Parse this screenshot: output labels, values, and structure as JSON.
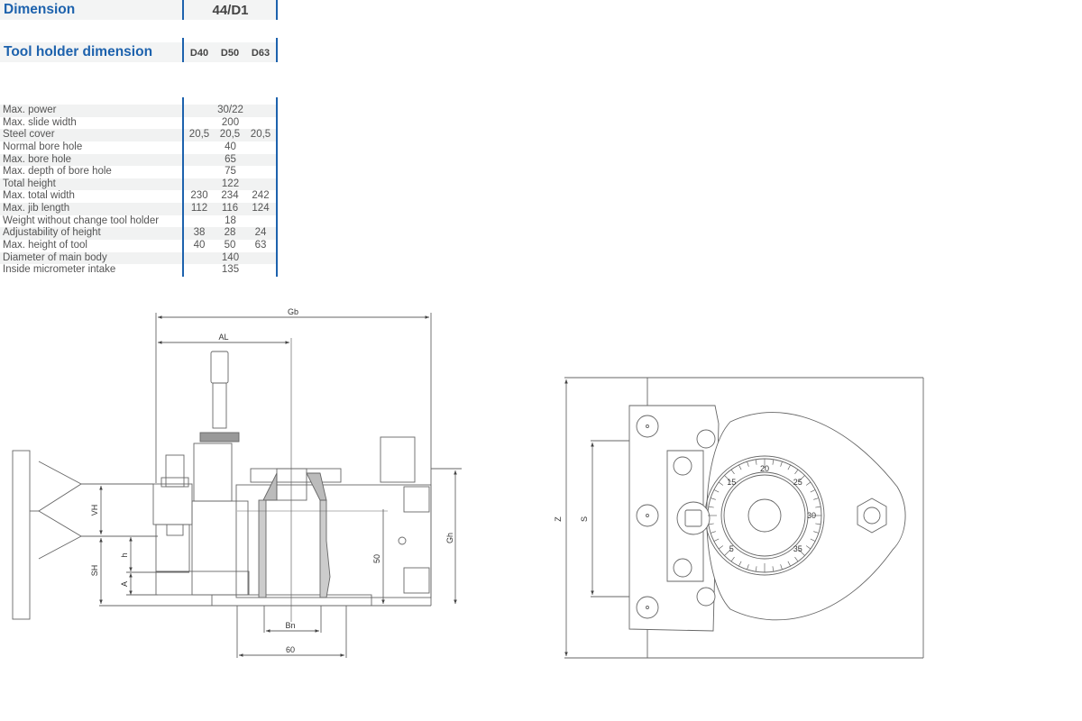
{
  "header": {
    "dimension_label": "Dimension",
    "dimension_value": "44/D1"
  },
  "tool_holder": {
    "label": "Tool holder dimension",
    "columns": [
      "D40",
      "D50",
      "D63"
    ]
  },
  "specs": [
    {
      "label": "Max. power",
      "all": "30/22"
    },
    {
      "label": "Max. slide width",
      "all": "200"
    },
    {
      "label": "Steel cover",
      "values": [
        "20,5",
        "20,5",
        "20,5"
      ]
    },
    {
      "label": "Normal bore hole",
      "all": "40"
    },
    {
      "label": "Max. bore hole",
      "all": "65"
    },
    {
      "label": "Max. depth of bore hole",
      "all": "75"
    },
    {
      "label": "Total height",
      "all": "122"
    },
    {
      "label": "Max. total width",
      "values": [
        "230",
        "234",
        "242"
      ]
    },
    {
      "label": "Max. jib length",
      "values": [
        "112",
        "116",
        "124"
      ]
    },
    {
      "label": "Weight without change tool holder",
      "all": "18"
    },
    {
      "label": "Adjustability of height",
      "values": [
        "38",
        "28",
        "24"
      ]
    },
    {
      "label": "Max. height of tool",
      "values": [
        "40",
        "50",
        "63"
      ]
    },
    {
      "label": "Diameter of main body",
      "all": "140"
    },
    {
      "label": "Inside micrometer intake",
      "all": "135"
    }
  ],
  "side_view": {
    "gb": "Gb",
    "al": "AL",
    "vh": "VH",
    "sh": "SH",
    "h": "h",
    "a": "A",
    "bn": "Bn",
    "d60": "60",
    "d50": "50",
    "gh": "Gh"
  },
  "top_view": {
    "z": "Z",
    "s": "S",
    "dial": [
      "15",
      "20",
      "25",
      "30",
      "35",
      "5"
    ]
  },
  "colors": {
    "accent": "#1d62ad",
    "line": "#666666"
  }
}
